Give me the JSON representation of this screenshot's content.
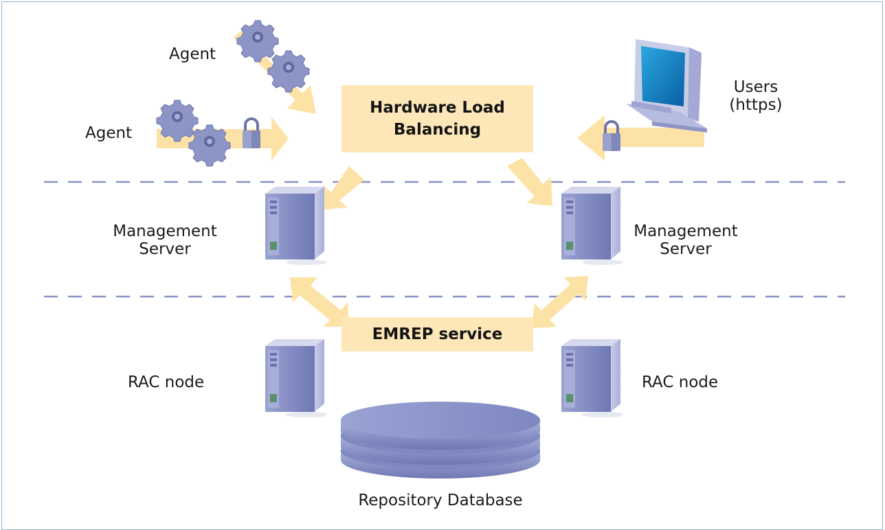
{
  "labels": {
    "agent_top": "Agent",
    "agent_bottom": "Agent",
    "users_line1": "Users",
    "users_line2": "(https)",
    "mgmt_left_line1": "Management",
    "mgmt_left_line2": "Server",
    "mgmt_right_line1": "Management",
    "mgmt_right_line2": "Server",
    "rac_left": "RAC node",
    "rac_right": "RAC node",
    "repository": "Repository Database"
  },
  "boxes": {
    "load_balancer_line1": "Hardware Load",
    "load_balancer_line2": "Balancing",
    "emrep": "EMREP service"
  },
  "colors": {
    "arrow": "#fde2a6",
    "box": "#fde7b8",
    "divider": "#8791c4",
    "server": "#7f87c0",
    "database": "#8a94c8",
    "gear": "#8d95c6",
    "lock": "#7f87b8",
    "frame": "#8fb3d0"
  },
  "icons": [
    "gear-icon",
    "lock-icon",
    "server-icon",
    "desktop-computer-icon",
    "database-icon"
  ]
}
